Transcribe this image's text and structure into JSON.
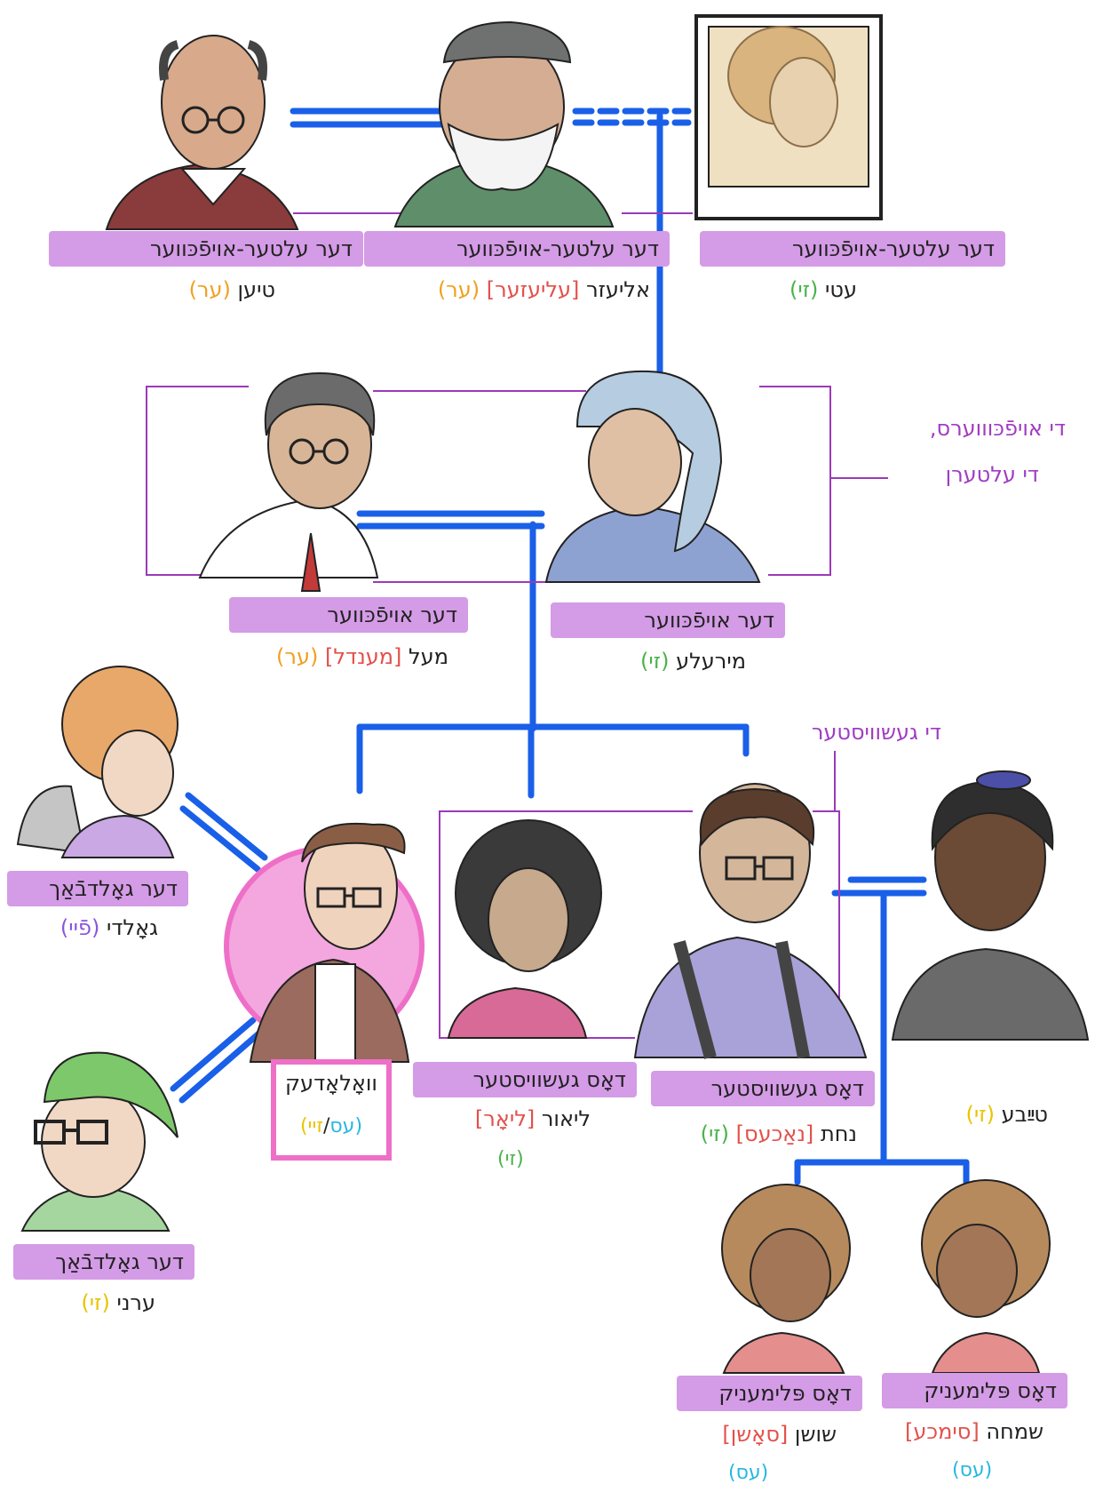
{
  "people": {
    "tiun": {
      "surname": "דער עלטער-אויפֿכּווער",
      "name": "טיען",
      "pronoun": "(ער)"
    },
    "eliezer": {
      "surname": "דער עלטער-אויפֿכּווער",
      "name": "אליעזר",
      "alt_name": "[עליעזער]",
      "pronoun": "(ער)"
    },
    "eti": {
      "surname": "דער עלטער-אויפֿכּווער",
      "name": "עטי",
      "pronoun": "(זי)"
    },
    "mendl": {
      "surname": "דער אויפֿכּווער",
      "name": "מעל",
      "alt_name": "[מענדל]",
      "pronoun": "(ער)"
    },
    "mirele": {
      "surname": "דער אויפֿכּווער",
      "name": "מירעלע",
      "pronoun": "(זי)"
    },
    "goldi": {
      "surname": "דער גאָלדבֿאַך",
      "name": "גאָלדי",
      "pronoun": "(פֿיי)"
    },
    "wolodek": {
      "name": "וואָלאָדעק",
      "pronoun_a": "(עס",
      "pronoun_sep": "/",
      "pronoun_b": "זיי)"
    },
    "lior": {
      "surname": "דאָס געשוויסטער",
      "name": "ליאור",
      "alt_name": "[ליאָר]",
      "pronoun": "(זי)"
    },
    "nakhes": {
      "surname": "דאָס געשוויסטער",
      "name": "נחת",
      "alt_name": "[נאַכעס]",
      "pronoun": "(זי)"
    },
    "tayve": {
      "name": "טײַבע",
      "pronoun": "(זי)"
    },
    "erni": {
      "surname": "דער גאָלדבֿאַך",
      "name": "ערני",
      "pronoun": "(זי)"
    },
    "shoshn": {
      "surname": "דאָס פּלימעניק",
      "name": "שושן",
      "alt_name": "[סאָשן]",
      "pronoun": "(עס)"
    },
    "simkhe": {
      "surname": "דאָס פּלימעניק",
      "name": "שמחה",
      "alt_name": "[סימכע]",
      "pronoun": "(עס)"
    }
  },
  "groups": {
    "parents_line1": "די אויפֿכּוווערס,",
    "parents_line2": "די עלטערן",
    "siblings": "די געשוויסטער"
  },
  "colors": {
    "line": "#1a5fe8",
    "label_bg": "#d49be6",
    "bracket": "#9b3ab8",
    "highlight": "#f4a6de",
    "highlight_border": "#ee6fc7"
  },
  "icons": {
    "tiun": "elderly-man-glasses-portrait",
    "eliezer": "elderly-man-beard-cap-portrait",
    "eti": "framed-woman-portrait",
    "mendl": "man-glasses-tie-portrait",
    "mirele": "woman-headscarf-portrait",
    "goldi": "woman-curly-hair-wheelchair-portrait",
    "wolodek": "young-person-glasses-plaid-portrait",
    "lior": "woman-curly-hair-portrait",
    "nakhes": "person-kippah-tallit-portrait",
    "tayve": "man-kippah-portrait",
    "erni": "child-green-cap-glasses-portrait",
    "shoshn": "child-curly-hair-portrait",
    "simkhe": "child-curly-hair-portrait"
  }
}
